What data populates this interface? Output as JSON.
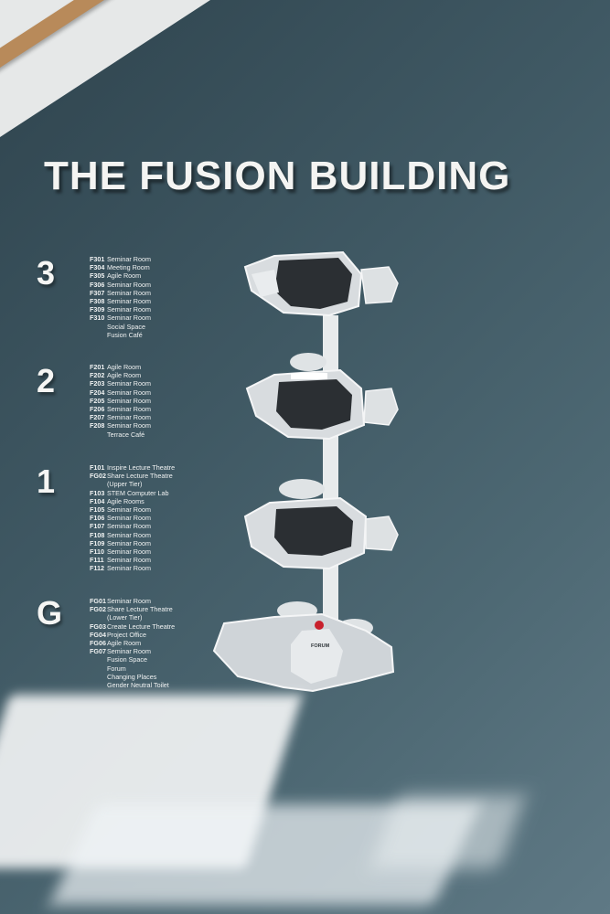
{
  "title": "THE FUSION BUILDING",
  "floors": [
    {
      "level": "3",
      "rooms": [
        {
          "code": "F301",
          "name": "Seminar Room"
        },
        {
          "code": "F304",
          "name": "Meeting Room"
        },
        {
          "code": "F305",
          "name": "Agile Room"
        },
        {
          "code": "F306",
          "name": "Seminar Room"
        },
        {
          "code": "F307",
          "name": "Seminar Room"
        },
        {
          "code": "F308",
          "name": "Seminar Room"
        },
        {
          "code": "F309",
          "name": "Seminar Room"
        },
        {
          "code": "F310",
          "name": "Seminar Room"
        },
        {
          "code": "",
          "name": "Social Space"
        },
        {
          "code": "",
          "name": "Fusion Café"
        }
      ]
    },
    {
      "level": "2",
      "rooms": [
        {
          "code": "F201",
          "name": "Agile Room"
        },
        {
          "code": "F202",
          "name": "Agile Room"
        },
        {
          "code": "F203",
          "name": "Seminar Room"
        },
        {
          "code": "F204",
          "name": "Seminar Room"
        },
        {
          "code": "F205",
          "name": "Seminar Room"
        },
        {
          "code": "F206",
          "name": "Seminar Room"
        },
        {
          "code": "F207",
          "name": "Seminar Room"
        },
        {
          "code": "F208",
          "name": "Seminar Room"
        },
        {
          "code": "",
          "name": "Terrace Café"
        }
      ]
    },
    {
      "level": "1",
      "rooms": [
        {
          "code": "F101",
          "name": "Inspire Lecture Theatre"
        },
        {
          "code": "FG02",
          "name": "Share Lecture Theatre"
        },
        {
          "code": "",
          "name": "(Upper Tier)"
        },
        {
          "code": "F103",
          "name": "STEM Computer Lab"
        },
        {
          "code": "F104",
          "name": "Agile Rooms"
        },
        {
          "code": "F105",
          "name": "Seminar Room"
        },
        {
          "code": "F106",
          "name": "Seminar Room"
        },
        {
          "code": "F107",
          "name": "Seminar Room"
        },
        {
          "code": "F108",
          "name": "Seminar Room"
        },
        {
          "code": "F109",
          "name": "Seminar Room"
        },
        {
          "code": "F110",
          "name": "Seminar Room"
        },
        {
          "code": "F111",
          "name": "Seminar Room"
        },
        {
          "code": "F112",
          "name": "Seminar Room"
        }
      ]
    },
    {
      "level": "G",
      "rooms": [
        {
          "code": "FG01",
          "name": "Seminar Room"
        },
        {
          "code": "FG02",
          "name": "Share Lecture Theatre"
        },
        {
          "code": "",
          "name": "(Lower Tier)"
        },
        {
          "code": "FG03",
          "name": "Create Lecture Theatre"
        },
        {
          "code": "FG04",
          "name": "Project Office"
        },
        {
          "code": "FG06",
          "name": "Agile Room"
        },
        {
          "code": "FG07",
          "name": "Seminar Room"
        },
        {
          "code": "",
          "name": "Fusion Space"
        },
        {
          "code": "",
          "name": "Forum"
        },
        {
          "code": "",
          "name": "Changing Places"
        },
        {
          "code": "",
          "name": "Gender Neutral Toilet"
        }
      ]
    }
  ],
  "map_labels": {
    "forum": "FORUM"
  },
  "colors": {
    "wall": "#3e5560",
    "map_panel": "#e3e6e8",
    "void": "#2b2f33",
    "accent_red": "#c8202c"
  }
}
